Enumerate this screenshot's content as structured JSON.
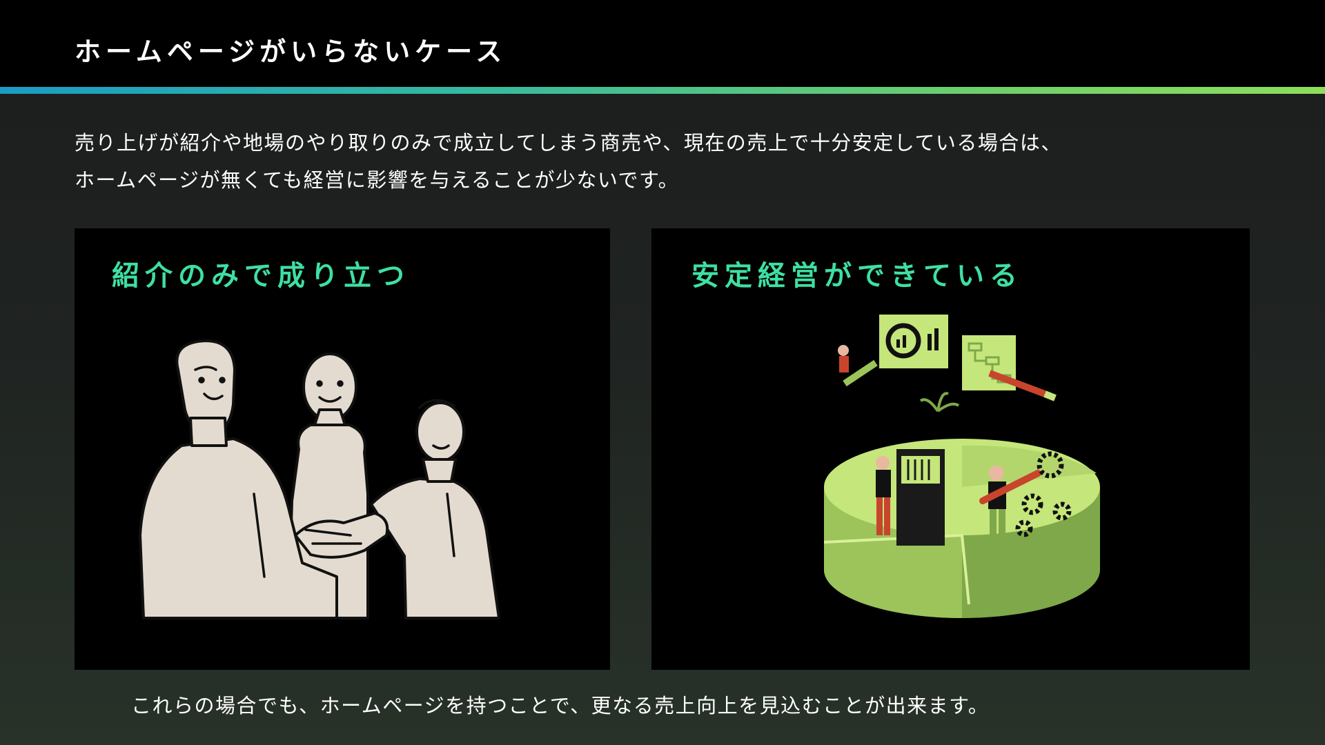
{
  "header": {
    "title": "ホームページがいらないケース"
  },
  "intro": {
    "line1": "売り上げが紹介や地場のやり取りのみで成立してしまう商売や、現在の売上で十分安定している場合は、",
    "line2": "ホームページが無くても経営に影響を与えることが少ないです。"
  },
  "cards": [
    {
      "heading": "紹介のみで成り立つ",
      "illustration": "handshake-people-illustration"
    },
    {
      "heading": "安定経営ができている",
      "illustration": "business-pie-chart-illustration"
    }
  ],
  "footer": {
    "note": "これらの場合でも、ホームページを持つことで、更なる売上向上を見込むことが出来ます。"
  },
  "colors": {
    "background": "#1f2321",
    "header": "#000000",
    "accent_start": "#1b9cc4",
    "accent_end": "#8ddf5a",
    "card_heading": "#3ee0a2",
    "illustration_cream": "#e4dbd0",
    "illustration_green": "#a8cf5e",
    "illustration_red": "#c8442c"
  }
}
